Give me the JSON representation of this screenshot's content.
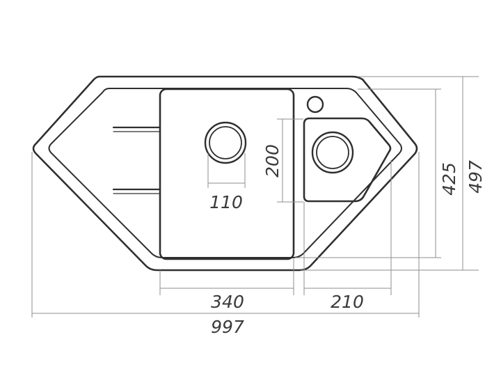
{
  "dimensions": {
    "overall_width": "997",
    "large_bowl_width": "340",
    "small_bowl_width": "210",
    "drain_offset_horizontal": "110",
    "drain_offset_vertical": "200",
    "bowl_depth": "425",
    "overall_depth": "497"
  }
}
